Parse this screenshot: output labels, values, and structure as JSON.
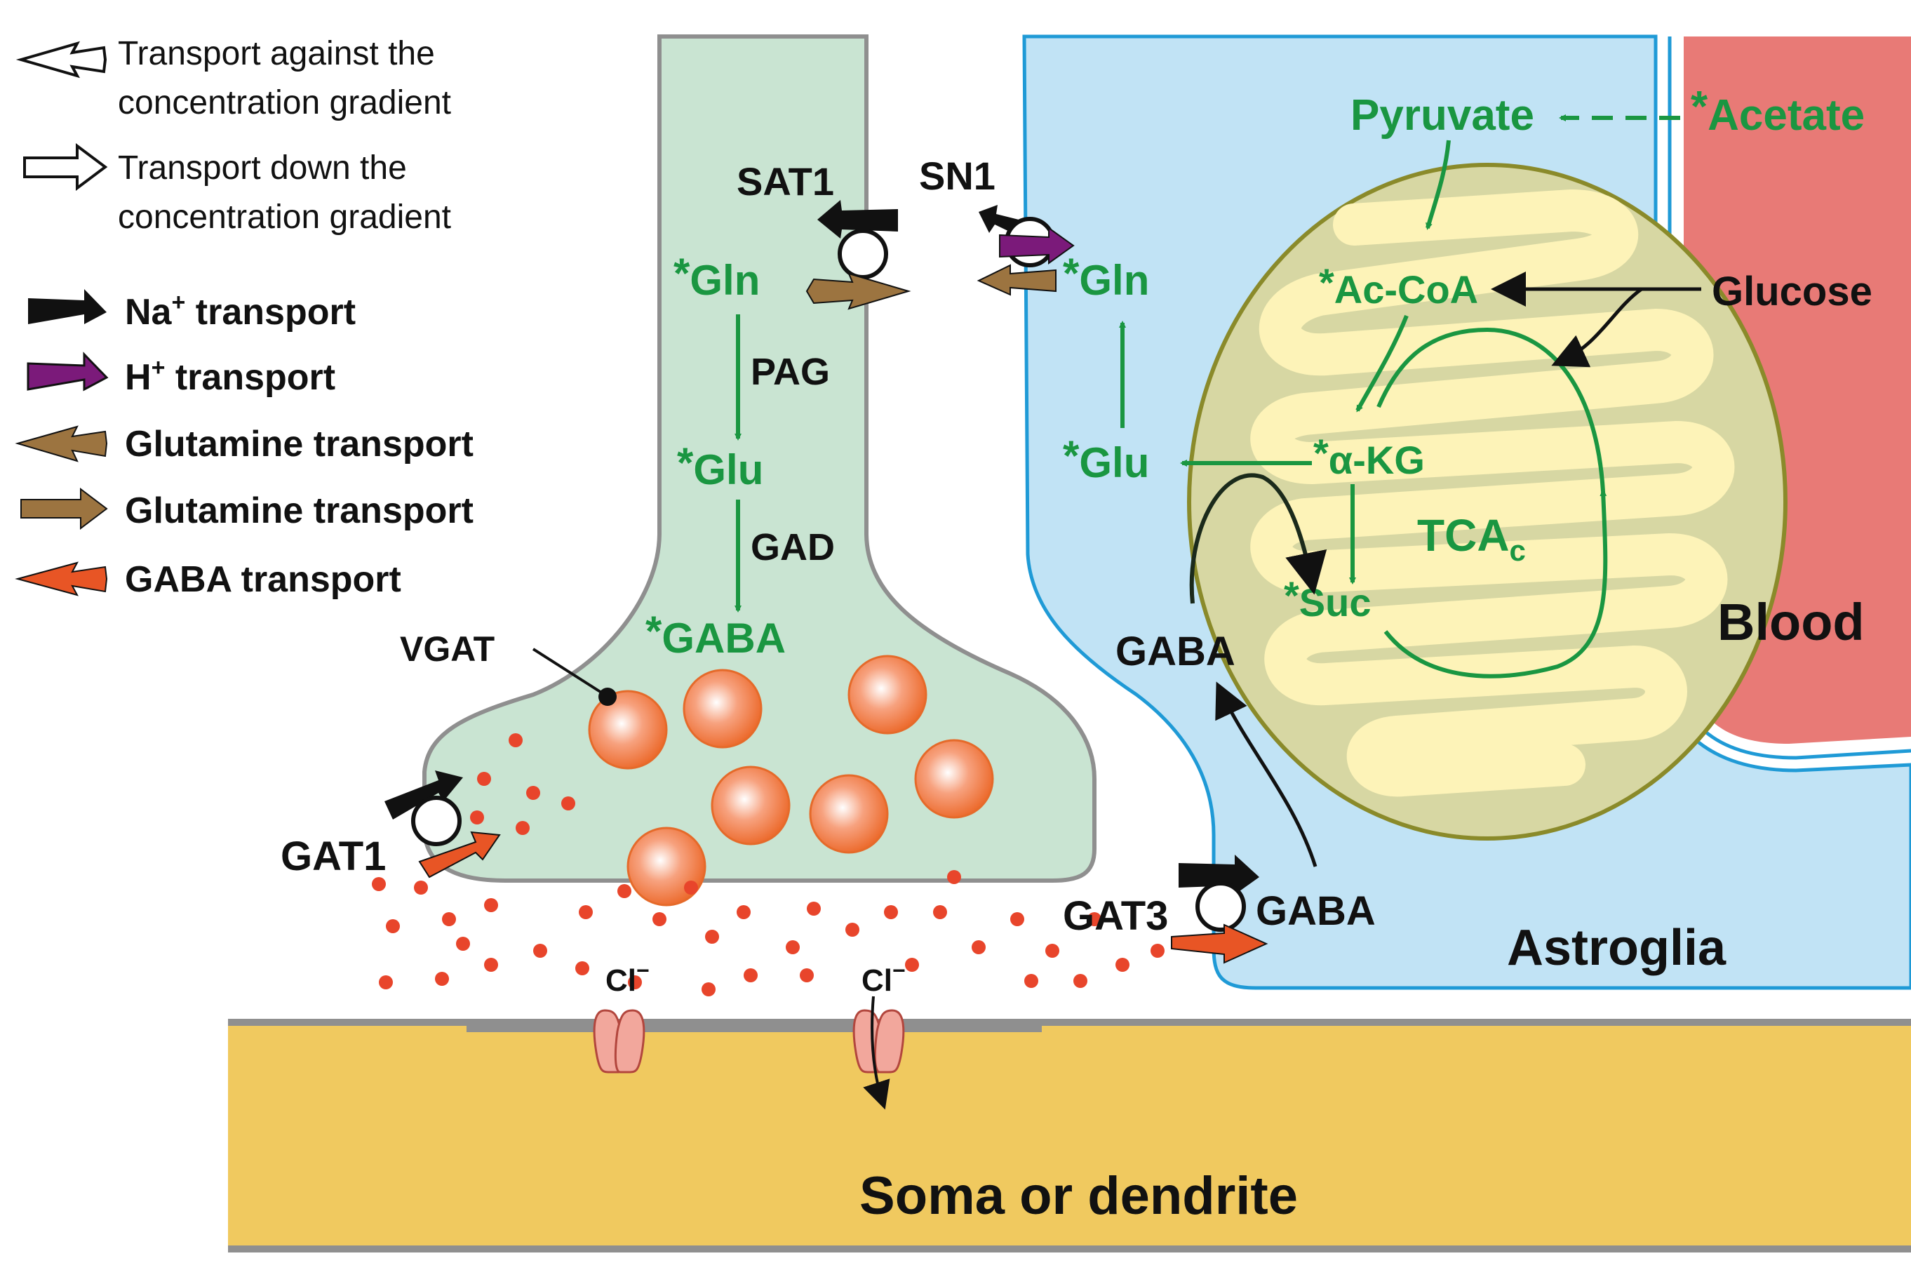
{
  "colors": {
    "presynaptic_fill": "#c9e4d2",
    "astroglia_fill": "#c1e3f5",
    "astroglia_border": "#1f9ad6",
    "blood_fill": "#e87a76",
    "mitochondria_outer": "#d7d7a3",
    "mitochondria_inner": "#fdf3b8",
    "soma_fill": "#f0c95f",
    "gaba_dot": "#e8452b",
    "pathway_green": "#1a9641",
    "na_arrow": "#111111",
    "h_arrow": "#7b1a7a",
    "glutamine_arrow": "#9c7440",
    "gaba_arrow": "#e85525"
  },
  "legend": {
    "against_line1": "Transport against the",
    "against_line2": "concentration gradient",
    "down_line1": "Transport down the",
    "down_line2": "concentration gradient",
    "na_label": "Na",
    "na_sup": "+",
    "na_rest": " transport",
    "h_label": "H",
    "h_sup": "+",
    "h_rest": " transport",
    "glutamine1": "Glutamine transport",
    "glutamine2": "Glutamine transport",
    "gaba": "GABA transport"
  },
  "neuron": {
    "sat1": "SAT1",
    "gln": "Gln",
    "pag": "PAG",
    "glu": "Glu",
    "gad": "GAD",
    "gaba": "GABA",
    "vgat": "VGAT",
    "gat1": "GAT1",
    "star": "*"
  },
  "astro": {
    "sn1": "SN1",
    "gln": "Gln",
    "glu": "Glu",
    "gaba_upper": "GABA",
    "gaba_lower": "GABA",
    "gat3": "GAT3",
    "title": "Astroglia",
    "pyruvate": "Pyruvate",
    "acetate": "Acetate",
    "accoa": "Ac-CoA",
    "akg": "α-KG",
    "suc": "Suc",
    "tca": "TCA",
    "tca_sub": "c",
    "glucose": "Glucose",
    "star": "*"
  },
  "blood": {
    "label": "Blood"
  },
  "soma": {
    "label": "Soma or dendrite",
    "cl_left": "Cl",
    "cl_right": "Cl",
    "cl_sup": "−"
  }
}
